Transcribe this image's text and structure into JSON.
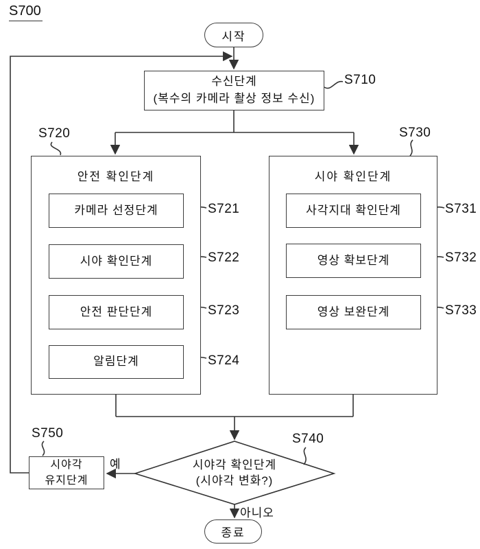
{
  "figure_label": "S700",
  "start": {
    "label": "시작"
  },
  "receive": {
    "ref": "S710",
    "line1": "수신단계",
    "line2": "(복수의 카메라 촬상 정보 수신)"
  },
  "columns": [
    {
      "ref": "S720",
      "title": "안전 확인단계",
      "steps": [
        {
          "ref": "S721",
          "label": "카메라 선정단계"
        },
        {
          "ref": "S722",
          "label": "시야 확인단계"
        },
        {
          "ref": "S723",
          "label": "안전 판단단계"
        },
        {
          "ref": "S724",
          "label": "알림단계"
        }
      ]
    },
    {
      "ref": "S730",
      "title": "시야 확인단계",
      "steps": [
        {
          "ref": "S731",
          "label": "사각지대 확인단계"
        },
        {
          "ref": "S732",
          "label": "영상 확보단계"
        },
        {
          "ref": "S733",
          "label": "영상 보완단계"
        }
      ]
    }
  ],
  "decision": {
    "ref": "S740",
    "line1": "시야각 확인단계",
    "line2": "(시야각 변화?)",
    "yes": "예",
    "no": "아니오"
  },
  "maintain": {
    "ref": "S750",
    "line1": "시야각",
    "line2": "유지단계"
  },
  "end": {
    "label": "종료"
  },
  "colors": {
    "line": "#333333",
    "text": "#111111",
    "background": "#ffffff"
  }
}
